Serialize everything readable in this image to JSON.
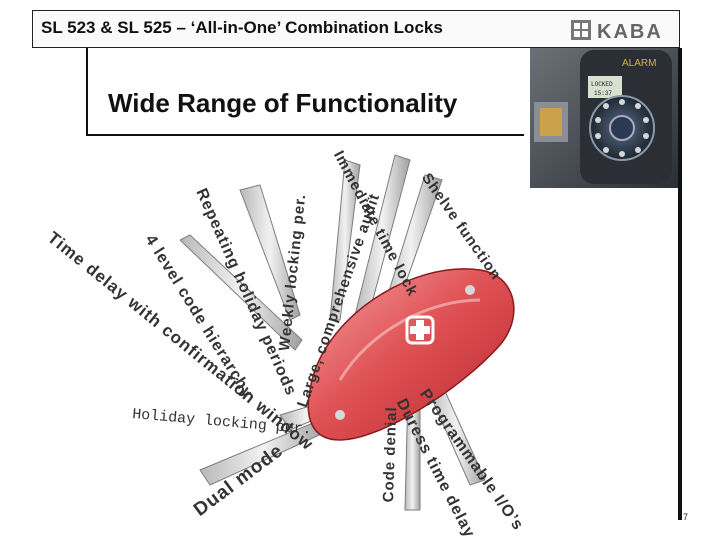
{
  "header": {
    "title": "SL 523 & SL 525 – ‘All-in-One’ Combination Locks",
    "logo_text": "KABA",
    "logo_icon": "kaba-logo"
  },
  "slide": {
    "subtitle": "Wide Range of Functionality",
    "page_number": "7"
  },
  "lock_display": {
    "brand": "ALARM",
    "screen_line1": "LOCKED",
    "screen_line2": "15:37"
  },
  "features": [
    "Time delay with confirmation window",
    "4 level code hierarchy",
    "Repeating holiday periods",
    "Weekly locking per.",
    "Large, comprehensive audit",
    "Immediate time lock",
    "Shelve function",
    "Holiday locking per.",
    "Dual mode",
    "Code denial",
    "Duress time delay",
    "Programmable I/O’s"
  ],
  "colors": {
    "knife_red": "#d9464a",
    "knife_highlight": "#f2a0a0",
    "header_bg": "#fafafa",
    "lock_body": "#3a3a3a"
  }
}
